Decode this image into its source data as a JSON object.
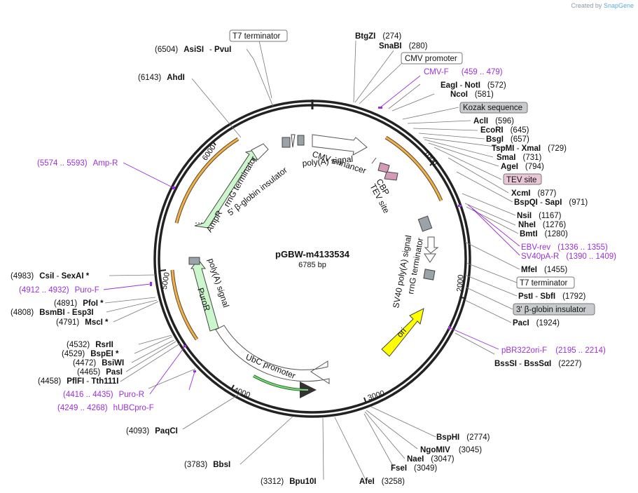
{
  "credit": {
    "prefix": "Created by",
    "brand": "SnapGene"
  },
  "plasmid": {
    "name": "pGBW-m4133534",
    "size": "6785 bp"
  },
  "ticks": [
    "1000",
    "2000",
    "3000",
    "4000",
    "5000",
    "6000"
  ],
  "labels": [
    {
      "pos": "(274)",
      "name": "BtgZI"
    },
    {
      "pos": "(280)",
      "name": "SnaBI"
    },
    {
      "box": "CMV promoter"
    },
    {
      "primer": "CMV-F",
      "range": "(459 .. 479)"
    },
    {
      "name": "EagI",
      "name2": "NotI",
      "pos": "(572)"
    },
    {
      "name": "NcoI",
      "pos": "(581)"
    },
    {
      "box": "Kozak sequence"
    },
    {
      "name": "AclI",
      "pos": "(596)"
    },
    {
      "name": "EcoRI",
      "pos": "(645)"
    },
    {
      "name": "BsgI",
      "pos": "(657)"
    },
    {
      "name": "TspMI",
      "name2": "XmaI",
      "pos": "(729)"
    },
    {
      "name": "SmaI",
      "pos": "(731)"
    },
    {
      "name": "AgeI",
      "pos": "(794)"
    },
    {
      "box": "TEV site"
    },
    {
      "name": "XcmI",
      "pos": "(877)"
    },
    {
      "name": "BspQI",
      "name2": "SapI",
      "pos": "(971)"
    },
    {
      "name": "NsiI",
      "pos": "(1167)"
    },
    {
      "name": "NheI",
      "pos": "(1276)"
    },
    {
      "name": "BmtI",
      "pos": "(1280)"
    },
    {
      "primer": "EBV-rev",
      "range": "(1336 .. 1355)"
    },
    {
      "primer": "SV40pA-R",
      "range": "(1390 .. 1409)"
    },
    {
      "name": "MfeI",
      "pos": "(1455)"
    },
    {
      "box": "T7 terminator"
    },
    {
      "name": "PstI",
      "name2": "SbfI",
      "pos": "(1792)"
    },
    {
      "box": "3' β-globin insulator"
    },
    {
      "name": "PacI",
      "pos": "(1924)"
    },
    {
      "primer": "pBR322ori-F",
      "range": "(2195 .. 2214)"
    },
    {
      "name": "BssSI",
      "name2": "BssSαI",
      "pos": "(2227)"
    },
    {
      "name": "BspHI",
      "pos": "(2774)"
    },
    {
      "name": "NgoMIV",
      "pos": "(3045)"
    },
    {
      "name": "NaeI",
      "pos": "(3047)"
    },
    {
      "name": "FseI",
      "pos": "(3049)"
    },
    {
      "name": "AfeI",
      "pos": "(3258)"
    },
    {
      "pos": "(3312)",
      "name": "Bpu10I"
    },
    {
      "pos": "(3783)",
      "name": "BbsI"
    },
    {
      "pos": "(4093)",
      "name": "PaqCI"
    },
    {
      "range": "(4249 .. 4268)",
      "primer": "hUBCpro-F"
    },
    {
      "range": "(4416 .. 4435)",
      "primer": "Puro-R"
    },
    {
      "pos": "(4458)",
      "name": "PflFI",
      "name2": "Tth111I"
    },
    {
      "pos": "(4465)",
      "name": "PasI"
    },
    {
      "pos": "(4472)",
      "name": "BsiWI"
    },
    {
      "pos": "(4529)",
      "name": "BspEI *"
    },
    {
      "pos": "(4532)",
      "name": "RsrII"
    },
    {
      "pos": "(4791)",
      "name": "MscI *"
    },
    {
      "pos": "(4808)",
      "name": "BsmBI",
      "name2": "Esp3I"
    },
    {
      "pos": "(4891)",
      "name": "PfoI *"
    },
    {
      "range": "(4912 .. 4932)",
      "primer": "Puro-F"
    },
    {
      "pos": "(4983)",
      "name": "CsiI",
      "name2": "SexAI *"
    },
    {
      "range": "(5574 .. 5593)",
      "primer": "Amp-R"
    },
    {
      "pos": "(6143)",
      "name": "AhdI"
    },
    {
      "pos": "(6504)",
      "name": "AsiSI",
      "name2": "PvuI"
    },
    {
      "box": "T7 terminator"
    }
  ],
  "features": {
    "cmv_enhancer": "CMV enhancer",
    "polya1": "poly(A) signal",
    "cbp": "CBP",
    "tev": "TEV site",
    "rrng1": "rrnG terminator",
    "globin5": "5' β-globin insulator",
    "ampr": "AmpR",
    "sv40": "SV40 poly(A) signal",
    "rrng2": "rrnG terminator",
    "ori": "ori",
    "ubc": "UbC promoter",
    "polya2": "poly(A) signal",
    "puror": "PuroR"
  }
}
